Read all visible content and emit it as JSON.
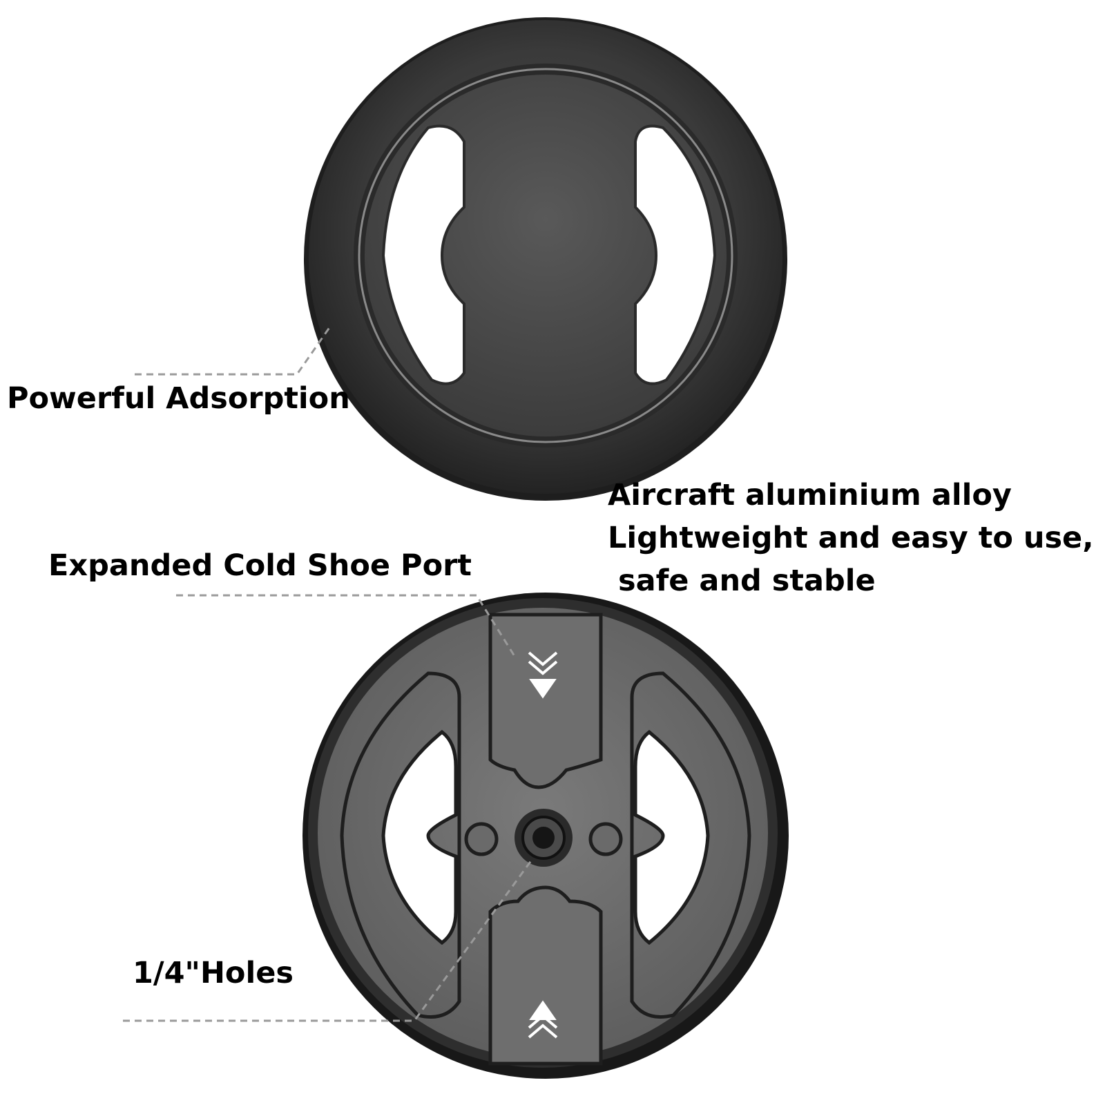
{
  "callouts": {
    "adsorption": "Powerful Adsorption",
    "cold_shoe": "Expanded Cold Shoe Port",
    "holes": "1/4\"Holes",
    "material": {
      "line1": "Aircraft aluminium alloy",
      "line2": "Lightweight and easy to use,",
      "line3": " safe and stable"
    }
  },
  "colors": {
    "text": "#000000",
    "leader_line": "#9a9a9a",
    "product_dark": "#2d2d2d",
    "product_mid": "#5f5f5f",
    "product_light": "#777777",
    "arrow": "#ffffff"
  },
  "icons": {
    "top_view": "magnetic-ring-top-view",
    "bottom_view": "mount-plate-bottom-view",
    "arrows": "chevron-arrow-icon"
  }
}
